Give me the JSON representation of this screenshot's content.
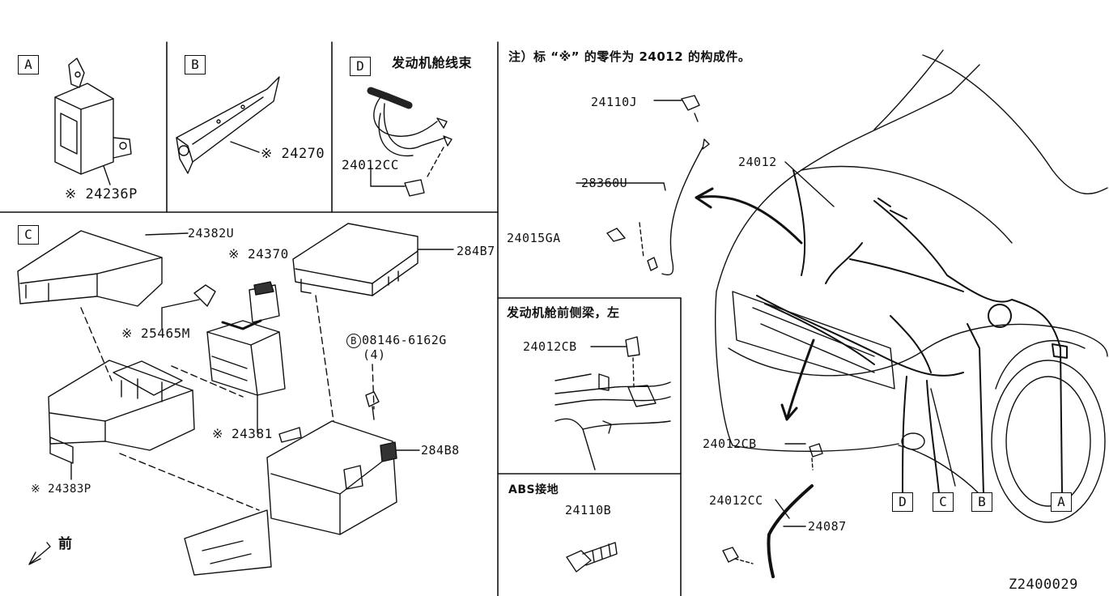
{
  "sections": {
    "A": {
      "letter": "A",
      "part": "※ 24236P"
    },
    "B": {
      "letter": "B",
      "part": "※ 24270"
    },
    "D": {
      "letter": "D",
      "harness_cn": "发动机舱线束",
      "part": "24012CC"
    },
    "C": {
      "letter": "C",
      "parts": {
        "p24382U": "24382U",
        "p24370": "※ 24370",
        "p284B7": "284B7",
        "p25465M": "※ 25465M",
        "bolt": "08146-6162G",
        "bolt_circle": "B",
        "bolt_qty": "(4)",
        "p24381": "※ 24381",
        "p284B8": "284B8",
        "p24383P": "※ 24383P"
      },
      "front_cn": "前"
    }
  },
  "note": "注）标 “※” 的零件为 24012 的构成件。",
  "right": {
    "p24110J": "24110J",
    "p28360U": "28360U",
    "p24015GA": "24015GA",
    "p24012": "24012",
    "p24012CB": "24012CB",
    "p24012CC": "24012CC",
    "p24087": "24087",
    "view_letters": [
      "D",
      "C",
      "B",
      "A"
    ]
  },
  "side_member": {
    "title_cn": "发动机舱前侧梁，左",
    "part": "24012CB"
  },
  "abs": {
    "title": "ABS接地",
    "part": "24110B"
  },
  "diagram_id": "Z2400029"
}
